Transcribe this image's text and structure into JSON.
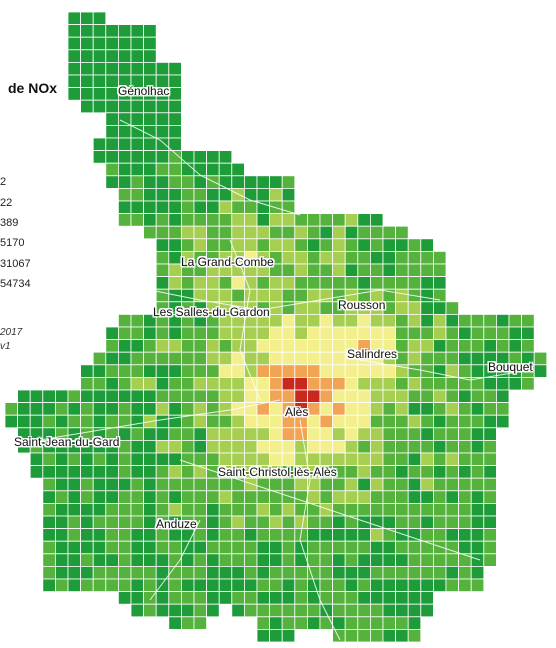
{
  "legend": {
    "title": "de NOx",
    "values": [
      "2",
      "22",
      "389",
      "5170",
      "31067",
      "54734"
    ],
    "source_lines": [
      "2017",
      "v1"
    ]
  },
  "towns": [
    {
      "id": "genolhac",
      "name": "Génolhac"
    },
    {
      "id": "la-grand-combe",
      "name": "La Grand-Combe"
    },
    {
      "id": "les-salles-du-gardon",
      "name": "Les Salles-du-Gardon"
    },
    {
      "id": "rousson",
      "name": "Rousson"
    },
    {
      "id": "salindres",
      "name": "Salindres"
    },
    {
      "id": "bouquet",
      "name": "Bouquet"
    },
    {
      "id": "ales",
      "name": "Alès"
    },
    {
      "id": "saint-jean-du-gard",
      "name": "Saint-Jean-du-Gard"
    },
    {
      "id": "saint-christol-les-ales",
      "name": "Saint-Christol-lès-Alès"
    },
    {
      "id": "anduze",
      "name": "Anduze"
    }
  ],
  "colors": {
    "class_1": "#1e9c3a",
    "class_2": "#55b23c",
    "class_3": "#a6cf52",
    "class_4": "#f2ef8c",
    "class_5": "#f2a455",
    "class_6": "#c8281e",
    "grid_line": "#ffffff"
  }
}
